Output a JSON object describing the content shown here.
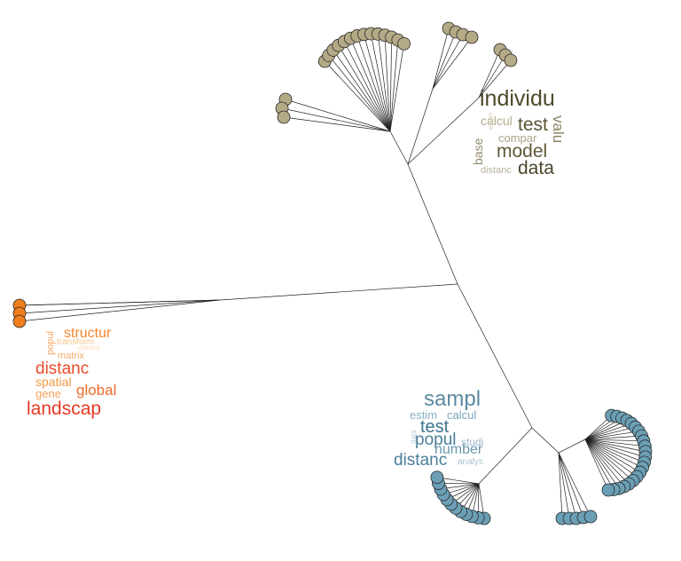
{
  "clusters": [
    {
      "id": "tan",
      "color": "#b5aa86",
      "words": [
        {
          "text": "individu",
          "color": "#4f4a2a"
        },
        {
          "text": "calcul",
          "color": "#b2aa8c"
        },
        {
          "text": "test",
          "color": "#5b5535"
        },
        {
          "text": "valu",
          "color": "#8a8360"
        },
        {
          "text": "estim",
          "color": "#cfc9b5"
        },
        {
          "text": "compar",
          "color": "#aaa28a"
        },
        {
          "text": "base",
          "color": "#948c70"
        },
        {
          "text": "model",
          "color": "#5f5838"
        },
        {
          "text": "distanc",
          "color": "#b9b39c"
        },
        {
          "text": "data",
          "color": "#4a452a"
        }
      ]
    },
    {
      "id": "orange",
      "color": "#f07f1d",
      "words": [
        {
          "text": "structur",
          "color": "#f2862a"
        },
        {
          "text": "transform",
          "color": "#f8c48c"
        },
        {
          "text": "connect",
          "color": "#fbd7ad"
        },
        {
          "text": "popul",
          "color": "#f6a764"
        },
        {
          "text": "matrix",
          "color": "#f5ad6a"
        },
        {
          "text": "distanc",
          "color": "#ea4a2a"
        },
        {
          "text": "spatial",
          "color": "#f59a45"
        },
        {
          "text": "gene",
          "color": "#f6a35a"
        },
        {
          "text": "global",
          "color": "#ee6a2a"
        },
        {
          "text": "landscap",
          "color": "#e53a24"
        }
      ]
    },
    {
      "id": "blue",
      "color": "#6b9fb5",
      "words": [
        {
          "text": "sampl",
          "color": "#5c8aa2"
        },
        {
          "text": "estim",
          "color": "#8bb1c4"
        },
        {
          "text": "calcul",
          "color": "#7aa3b8"
        },
        {
          "text": "test",
          "color": "#3f7490"
        },
        {
          "text": "data",
          "color": "#b8cfdb"
        },
        {
          "text": "popul",
          "color": "#4a7f9a"
        },
        {
          "text": "studi",
          "color": "#9ab9c9"
        },
        {
          "text": "number",
          "color": "#6997ae"
        },
        {
          "text": "distanc",
          "color": "#4a7f9a"
        },
        {
          "text": "analys",
          "color": "#aac5d3"
        }
      ]
    }
  ]
}
